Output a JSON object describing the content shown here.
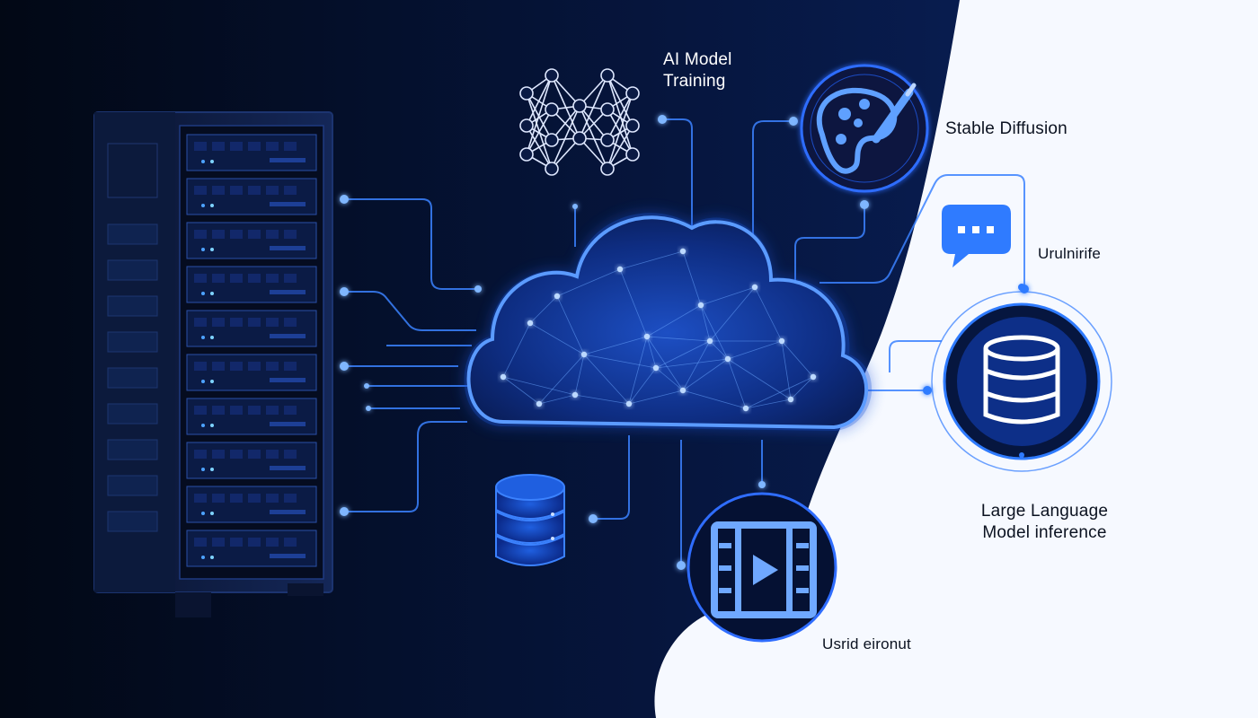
{
  "labels": {
    "ai_training_line1": "AI Model",
    "ai_training_line2": "Training",
    "stable_diffusion": "Stable Diffusion",
    "chat_label": "Urulnirife",
    "llm_line1": "Large Language",
    "llm_line2": "Model inference",
    "video_label": "Usrid eironut"
  },
  "icons": [
    "server-rack-icon",
    "neural-network-icon",
    "palette-icon",
    "chat-bubble-icon",
    "database-icon",
    "video-film-icon",
    "cloud-icon"
  ],
  "colors": {
    "background_dark": "#020a1c",
    "background_light": "#f6f9ff",
    "accent": "#2f7bff",
    "glow": "#7fb6ff",
    "cloud_fill": "#0f2c7a"
  }
}
